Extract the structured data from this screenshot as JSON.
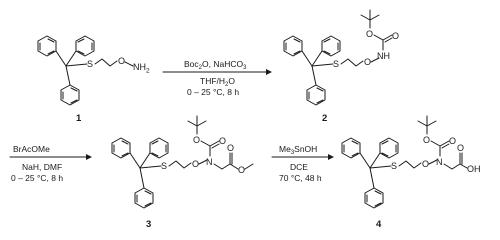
{
  "compounds": [
    {
      "id": "1",
      "atoms": {
        "s": "S",
        "o": "O",
        "nh2": "NH",
        "nh2_sub": "2"
      }
    },
    {
      "id": "2",
      "atoms": {
        "s": "S",
        "o1": "O",
        "nh": "NH",
        "o2": "O",
        "o3": "O"
      }
    },
    {
      "id": "3",
      "atoms": {
        "s": "S",
        "o1": "O",
        "n": "N",
        "o2": "O",
        "o3": "O",
        "o4": "O",
        "o5": "O"
      }
    },
    {
      "id": "4",
      "atoms": {
        "s": "S",
        "o1": "O",
        "n": "N",
        "o2": "O",
        "o3": "O",
        "o4": "O",
        "oh": "OH"
      }
    }
  ],
  "reactions": [
    {
      "above_parts": [
        "Boc",
        "2",
        "O, NaHCO",
        "3"
      ],
      "below": [
        "THF/H",
        "2",
        "O"
      ],
      "temp": "0 – 25 °C, 8 h"
    },
    {
      "above": "BrAcOMe",
      "below": [
        "NaH, DMF",
        "0 – 25 °C, 8 h"
      ]
    },
    {
      "above_parts": [
        "Me",
        "3",
        "SnOH"
      ],
      "below": [
        "DCE",
        "70 °C, 48 h"
      ]
    }
  ]
}
